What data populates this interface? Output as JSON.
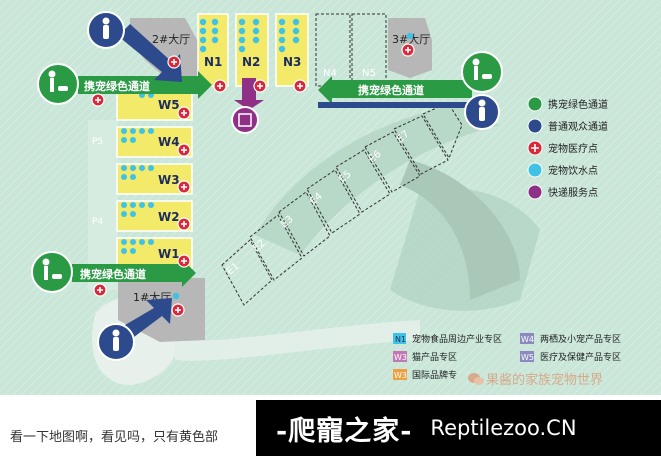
{
  "halls": {
    "hall1": "1#大厅",
    "hall2": "2#大厅",
    "hall3": "3#大厅"
  },
  "zones": {
    "north": [
      "N1",
      "N2",
      "N3",
      "N4",
      "N5"
    ],
    "west": [
      "W1",
      "W2",
      "W3",
      "W4",
      "W5"
    ],
    "east": [
      "E1",
      "E2",
      "E3",
      "E4",
      "E5",
      "E6",
      "E7"
    ],
    "p_labels": [
      "P5",
      "P4"
    ]
  },
  "routes": {
    "pet_route_label": "携宠绿色通道"
  },
  "legend": {
    "symbols": [
      {
        "label": "携宠绿色通道",
        "color": "#2a9a45"
      },
      {
        "label": "普通观众通道",
        "color": "#2c4a8c"
      },
      {
        "label": "宠物医疗点",
        "color": "#d9283a"
      },
      {
        "label": "宠物饮水点",
        "color": "#3ec3e6"
      },
      {
        "label": "快递服务点",
        "color": "#8f2f86"
      }
    ],
    "zone_keys": [
      {
        "code": "N1",
        "label": "宠物食品周边产业专区",
        "color": "#3ec3e6"
      },
      {
        "code": "W4",
        "label": "两栖及小宠产品专区",
        "color": "#8a8ac0"
      },
      {
        "code": "W3",
        "label": "猫产品专区",
        "color": "#c576b4"
      },
      {
        "code": "W5",
        "label": "医疗及保健产品专区",
        "color": "#8a8ac0"
      },
      {
        "code": "W3",
        "label": "国际品牌专",
        "color": "#f0a040"
      }
    ]
  },
  "watermark": "果酱的家族宠物世界",
  "caption": "看一下地图啊，看见吗，只有黄色部",
  "banner": {
    "logo": "-爬寵之家-",
    "site": "Reptilezoo.CN"
  }
}
